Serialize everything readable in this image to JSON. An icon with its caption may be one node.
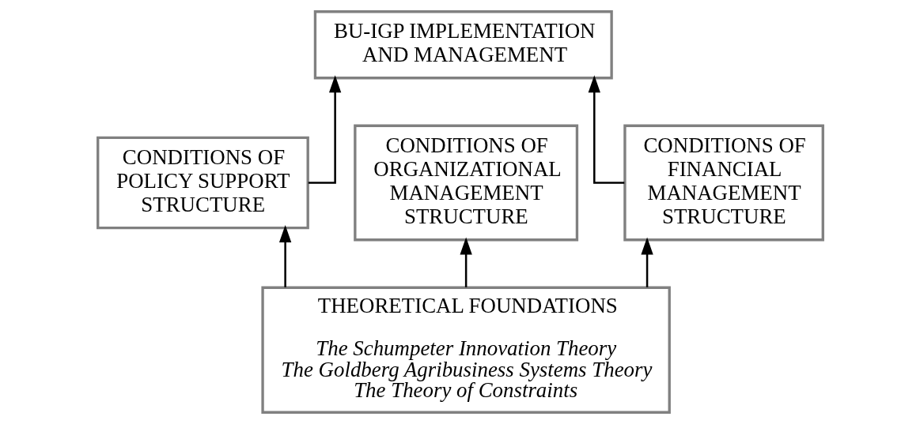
{
  "diagram": {
    "nodes": [
      {
        "text": [
          "BU-IGP IMPLEMENTATION AND MANAGEMENT"
        ]
      },
      {
        "text": [
          "CONDITIONS OF POLICY SUPPORT STRUCTURE"
        ]
      },
      {
        "text": [
          "CONDITIONS OF ORGANIZATIONAL MANAGEMENT STRUCTURE"
        ]
      },
      {
        "text": [
          "CONDITIONS OF FINANCIAL MANAGEMENT STRUCTURE"
        ]
      },
      {
        "text": [
          "THEORETICAL FOUNDATIONS",
          "The Schumpeter Innovation Theory",
          "The Goldberg Agribusiness Systems Theory",
          "The Theory of Constraints"
        ]
      }
    ],
    "edges": [
      {
        "from": 1,
        "to": 0,
        "arrow": "to"
      },
      {
        "from": 3,
        "to": 0,
        "arrow": "to"
      },
      {
        "from": 4,
        "to": 1,
        "arrow": "to"
      },
      {
        "from": 4,
        "to": 2,
        "arrow": "to"
      },
      {
        "from": 4,
        "to": 3,
        "arrow": "to"
      }
    ]
  }
}
